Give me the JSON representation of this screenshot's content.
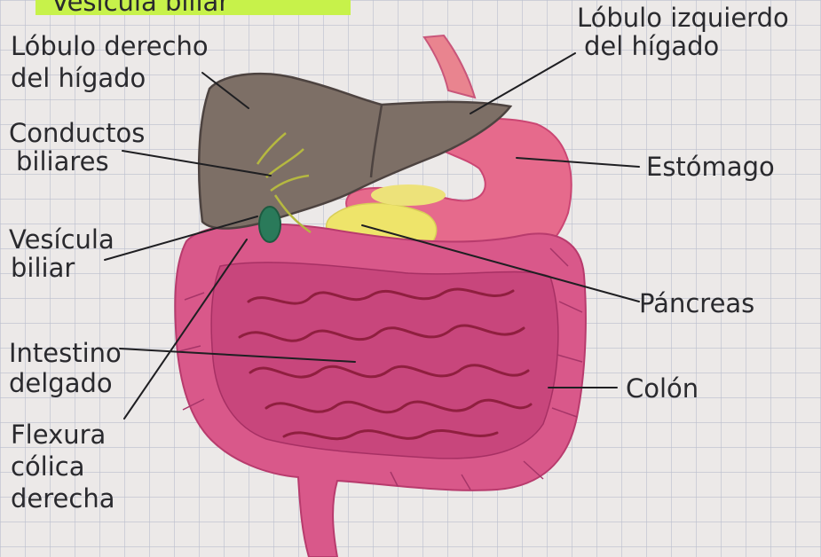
{
  "title": "Vesícula biliar",
  "labels": {
    "left_lobe_1": "Lóbulo derecho",
    "left_lobe_2": "del hígado",
    "right_lobe_1": "Lóbulo izquierdo",
    "right_lobe_2": "del hígado",
    "ducts_1": "Conductos",
    "ducts_2": "biliares",
    "gallbladder_1": "Vesícula",
    "gallbladder_2": "biliar",
    "stomach": "Estómago",
    "pancreas": "Páncreas",
    "intestine_1": "Intestino",
    "intestine_2": "delgado",
    "colon": "Colón",
    "flexure_1": "Flexura",
    "flexure_2": "cólica",
    "flexure_3": "derecha"
  },
  "colors": {
    "paper": "#ece9e8",
    "grid": "#a9b0c4",
    "liver": "#7d6f66",
    "intestine": "#d9588a",
    "stomach": "#e66a8c",
    "pancreas": "#eee46a",
    "gallbladder": "#2a7a5a",
    "title_highlight": "#c7f24a"
  }
}
